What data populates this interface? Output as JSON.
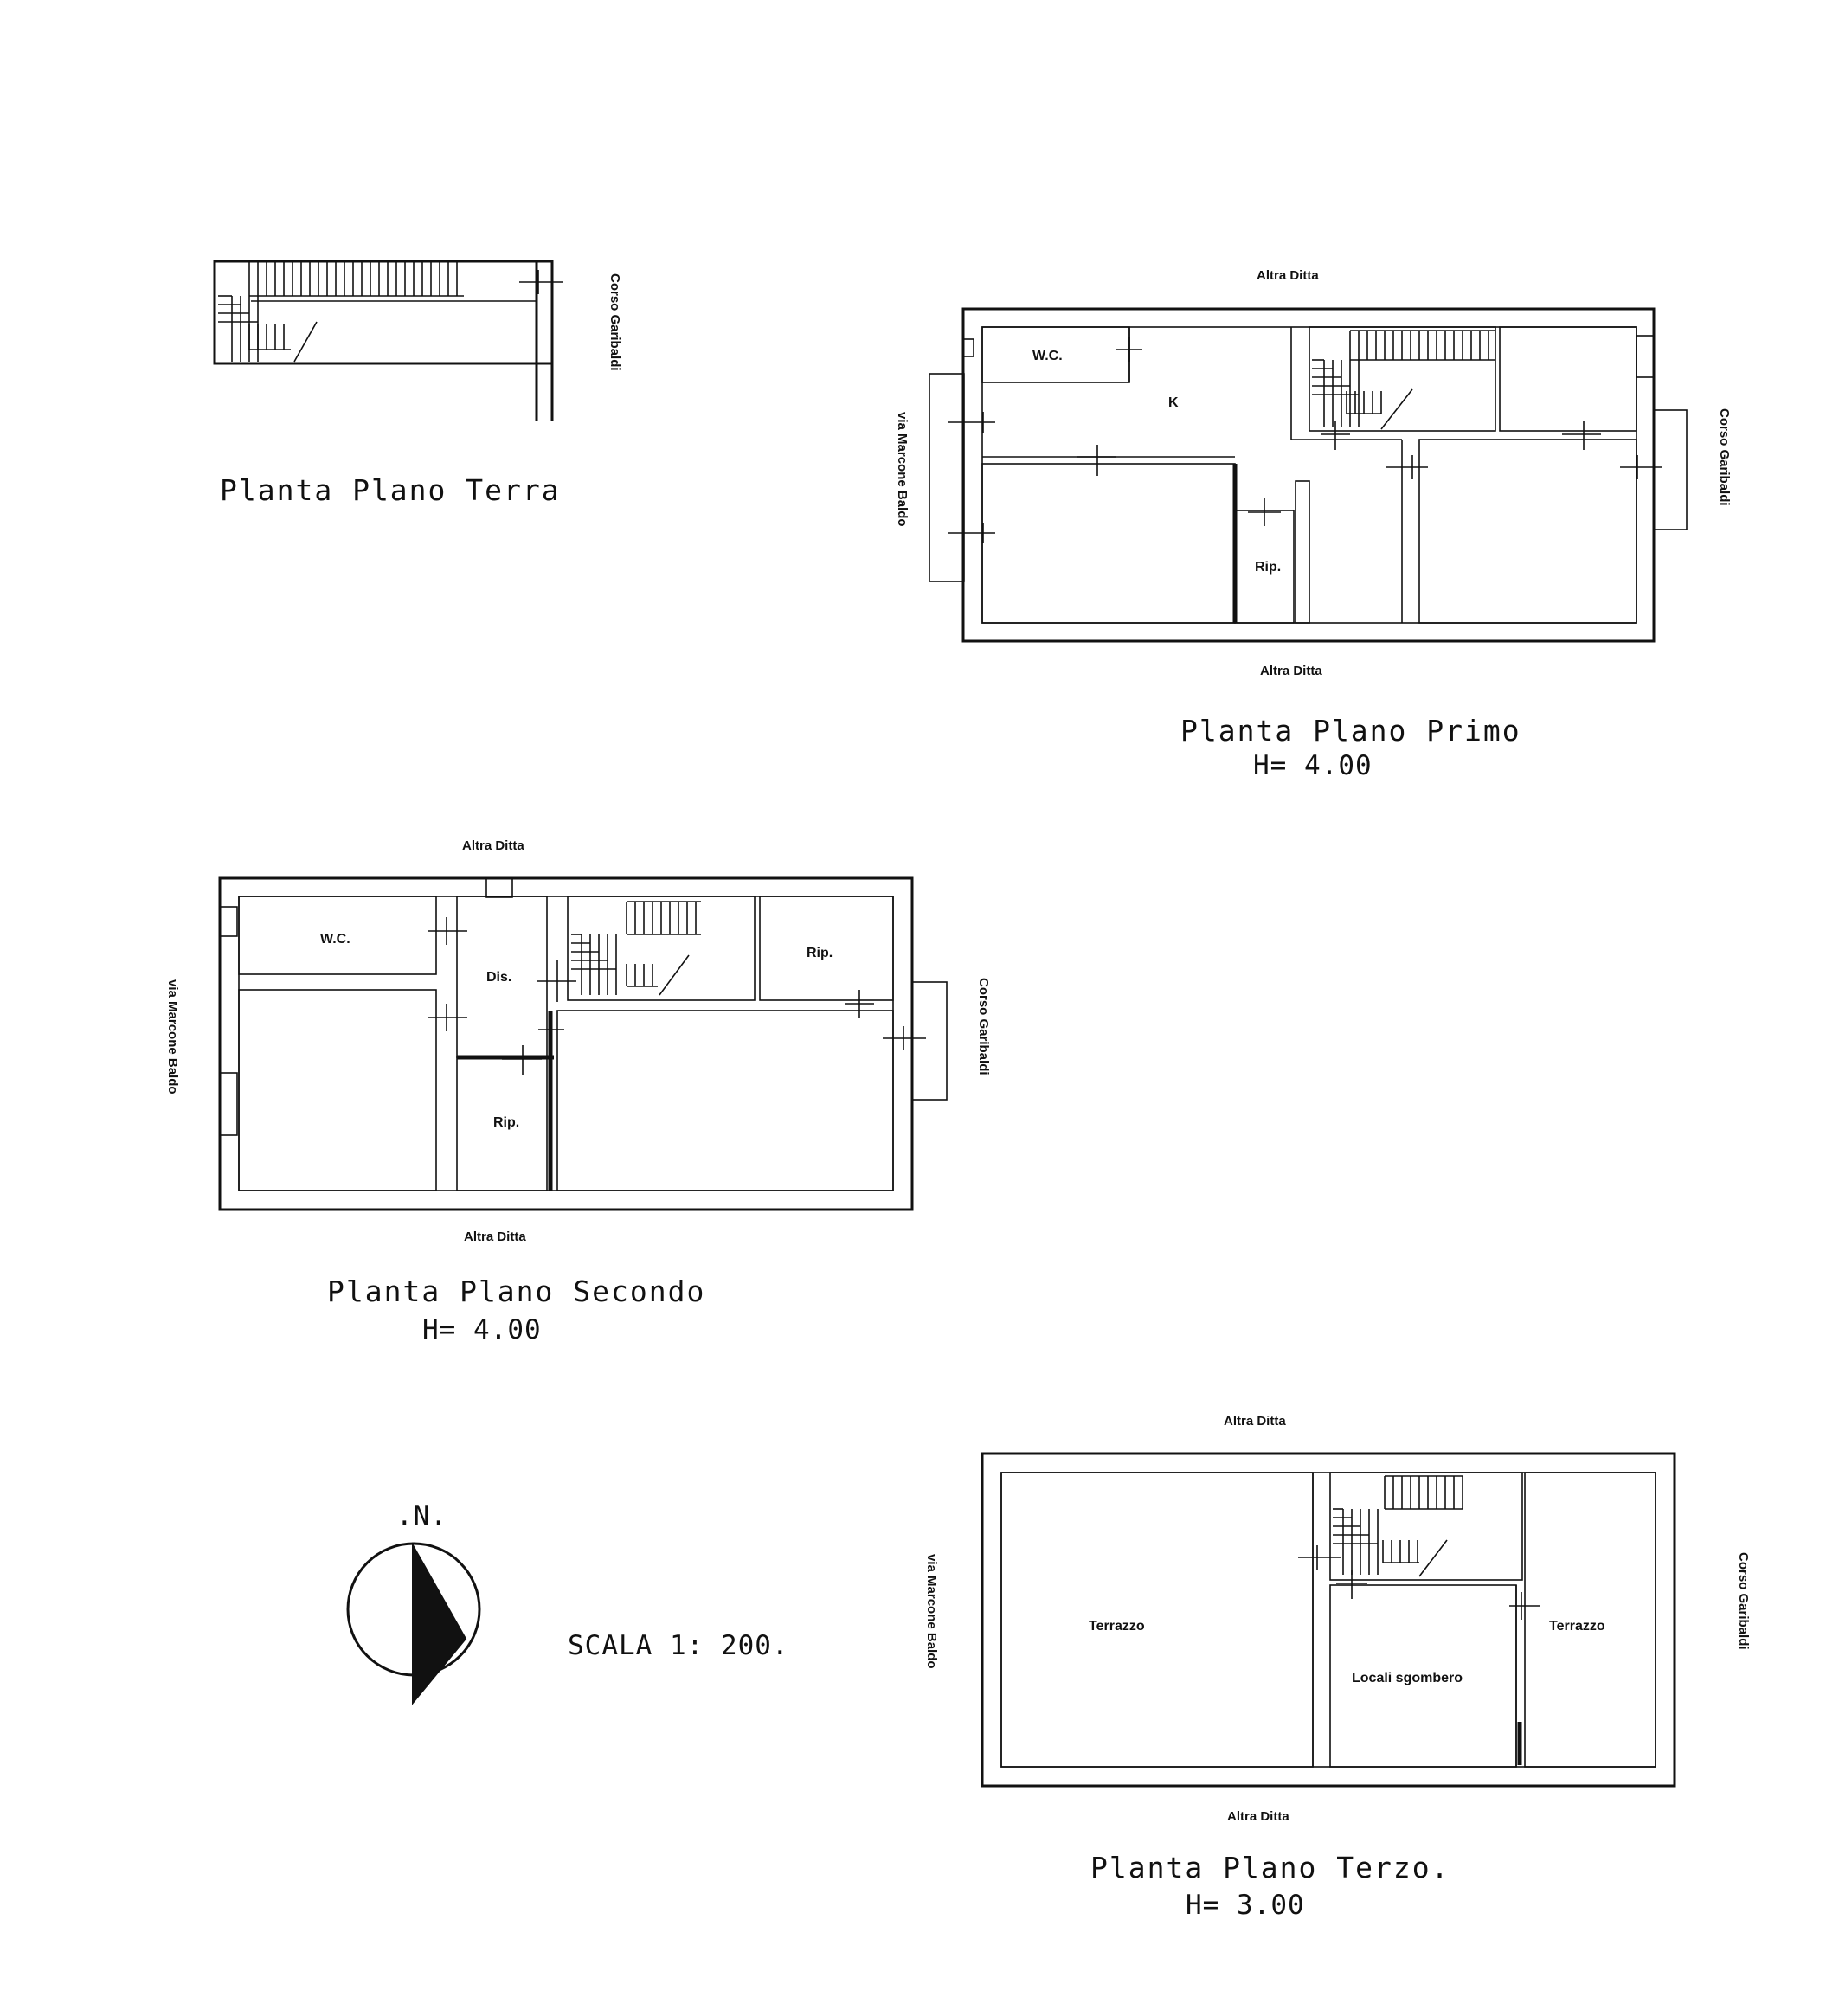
{
  "plans": {
    "terra": {
      "caption": "Planta Plano Terra",
      "label_right": "Corso Garibaldi"
    },
    "primo": {
      "caption": "Planta Plano Primo",
      "height": "H=  4.00",
      "label_top": "Altra Ditta",
      "label_bottom": "Altra Ditta",
      "label_left": "via Marcone Baldo",
      "label_right": "Corso Garibaldi",
      "rooms": {
        "wc": "W.C.",
        "k": "K",
        "rip": "Rip."
      }
    },
    "secondo": {
      "caption": "Planta Plano Secondo",
      "height": "H=  4.00",
      "label_top": "Altra Ditta",
      "label_bottom": "Altra Ditta",
      "label_left": "via Marcone Baldo",
      "label_right": "Corso Garibaldi",
      "rooms": {
        "wc": "W.C.",
        "dis": "Dis.",
        "rip_top": "Rip.",
        "rip_bottom": "Rip."
      }
    },
    "terzo": {
      "caption": "Planta Plano Terzo.",
      "height": "H=  3.00",
      "label_top": "Altra Ditta",
      "label_bottom": "Altra Ditta",
      "label_left": "via Marcone Baldo",
      "label_right": "Corso Garibaldi",
      "rooms": {
        "terrazzo_left": "Terrazzo",
        "terrazzo_right": "Terrazzo",
        "locali": "Locali sgombero"
      }
    }
  },
  "north": {
    "label": ".N."
  },
  "scale": {
    "label": "SCALA 1: 200."
  }
}
